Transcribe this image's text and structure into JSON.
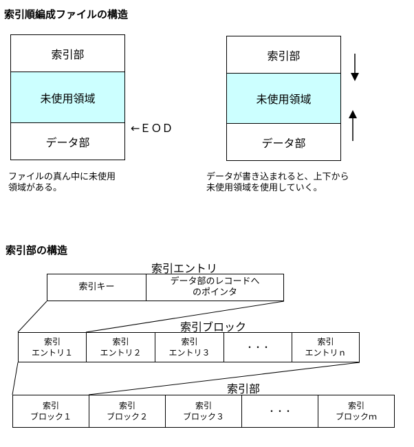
{
  "title1": "索引順編成ファイルの構造",
  "left_diagram": {
    "index": "索引部",
    "unused": "未使用領域",
    "data": "データ部",
    "eod": "←ＥＯＤ",
    "note": "ファイルの真ん中に未使用\n領域がある。"
  },
  "right_diagram": {
    "index": "索引部",
    "unused": "未使用領域",
    "data": "データ部",
    "note": "データが書き込まれると、上下から\n未使用領域を使用していく。"
  },
  "title2": "索引部の構造",
  "entry": {
    "caption": "索引エントリ",
    "key": "索引キー",
    "pointer": "データ部のレコードへ\nのポインタ"
  },
  "block": {
    "caption": "索引ブロック",
    "cells": [
      "索引\nエントリ１",
      "索引\nエントリ２",
      "索引\nエントリ３",
      "・・・",
      "索引\nエントリｎ"
    ]
  },
  "section": {
    "caption": "索引部",
    "cells": [
      "索引\nブロック１",
      "索引\nブロック２",
      "索引\nブロック３",
      "・・・",
      "索引\nブロックｍ"
    ]
  },
  "colors": {
    "unused_fill": "#ccffff"
  }
}
